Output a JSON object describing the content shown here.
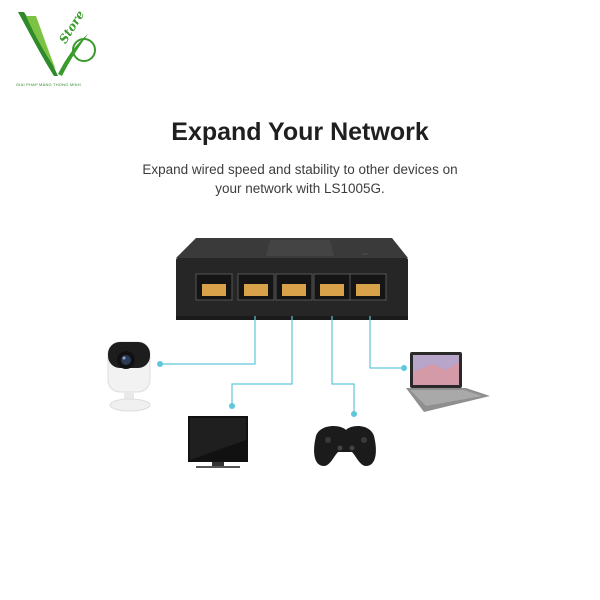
{
  "logo": {
    "script_text": "Store",
    "tagline": "GIAI PHAP MANG THONG MINH",
    "icon": "v-store-leaf-logo",
    "color": "#3a9b2c"
  },
  "headline": "Expand Your Network",
  "subtext": "Expand wired speed and stability to other devices on your network with LS1005G.",
  "device": {
    "name": "ethernet-switch",
    "port_count": 5,
    "body_color": "#2b2b2b"
  },
  "connection_color": "#5fc7d9",
  "peripherals": [
    "security-camera",
    "smart-tv",
    "game-controller",
    "laptop"
  ]
}
